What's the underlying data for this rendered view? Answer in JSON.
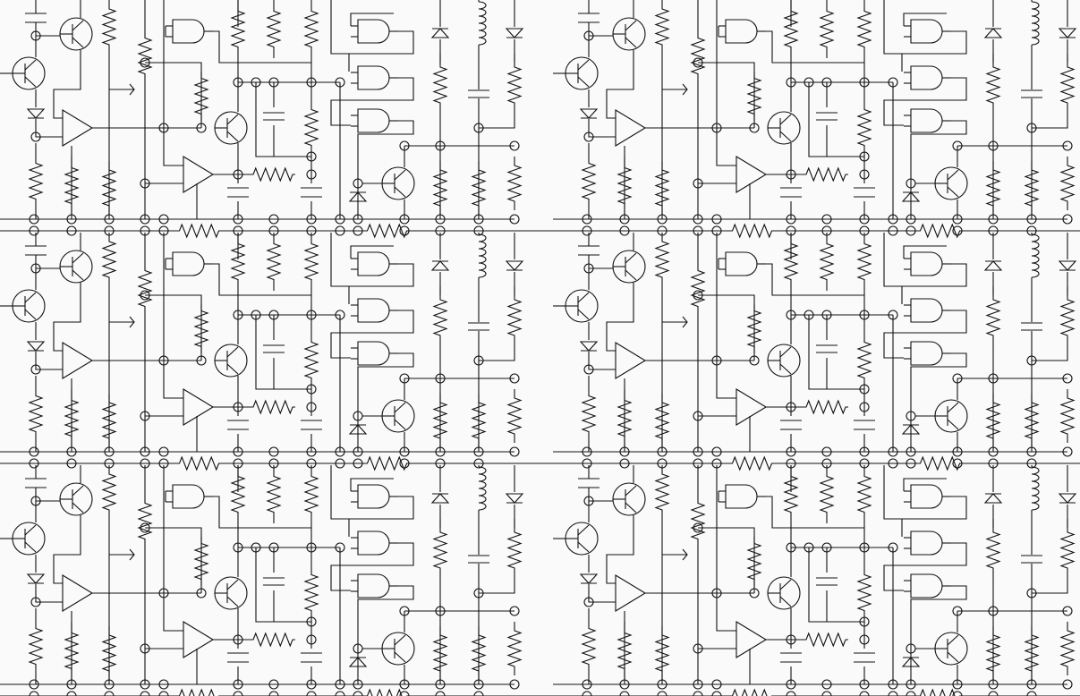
{
  "pattern": {
    "kind": "circuit-schematic-tile",
    "colors": {
      "background": "#fafafa",
      "stroke": "#111111"
    },
    "tiles": {
      "columns": 2,
      "rows": 3
    },
    "components": [
      "resistor",
      "capacitor",
      "npn-transistor",
      "and-gate",
      "op-amp",
      "diode",
      "inductor",
      "potentiometer",
      "junction-node"
    ]
  }
}
